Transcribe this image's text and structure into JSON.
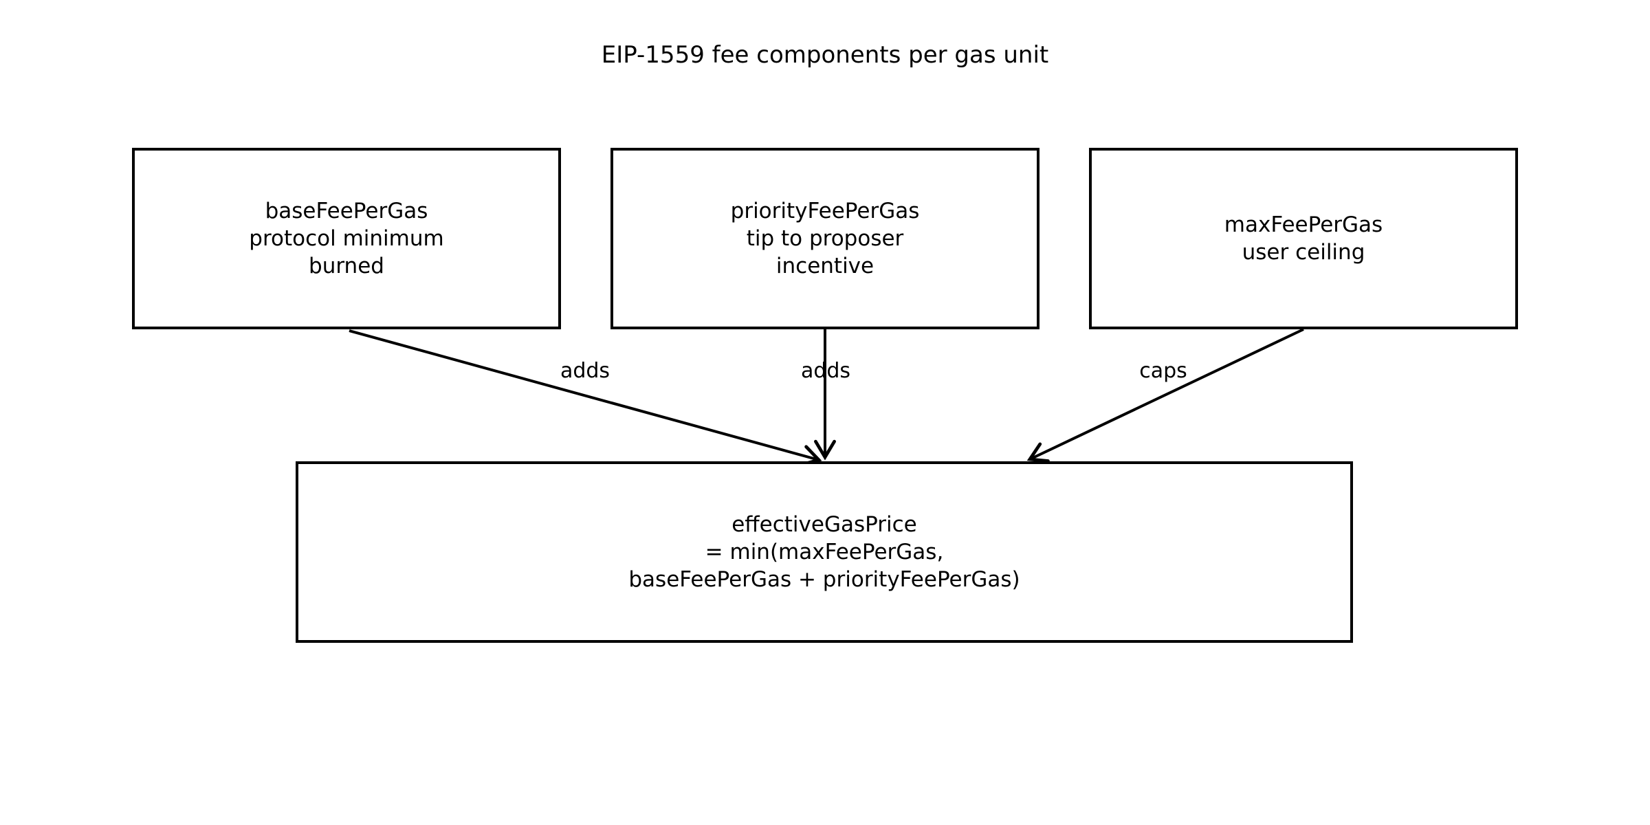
{
  "page": {
    "background_color": "#ffffff",
    "line_color": "#000000"
  },
  "title": "EIP-1559 fee components per gas unit",
  "diagram": {
    "nodes": {
      "base_fee": {
        "lines": [
          "baseFeePerGas",
          "protocol minimum",
          "burned"
        ]
      },
      "priority_fee": {
        "lines": [
          "priorityFeePerGas",
          "tip to proposer",
          "incentive"
        ]
      },
      "max_fee": {
        "lines": [
          "maxFeePerGas",
          "user ceiling"
        ]
      },
      "effective_price": {
        "lines": [
          "effectiveGasPrice",
          "= min(maxFeePerGas,",
          "baseFeePerGas + priorityFeePerGas)"
        ]
      }
    },
    "edges": [
      {
        "from": "base_fee",
        "to": "effective_price",
        "label": "adds"
      },
      {
        "from": "priority_fee",
        "to": "effective_price",
        "label": "adds"
      },
      {
        "from": "max_fee",
        "to": "effective_price",
        "label": "caps"
      }
    ]
  }
}
